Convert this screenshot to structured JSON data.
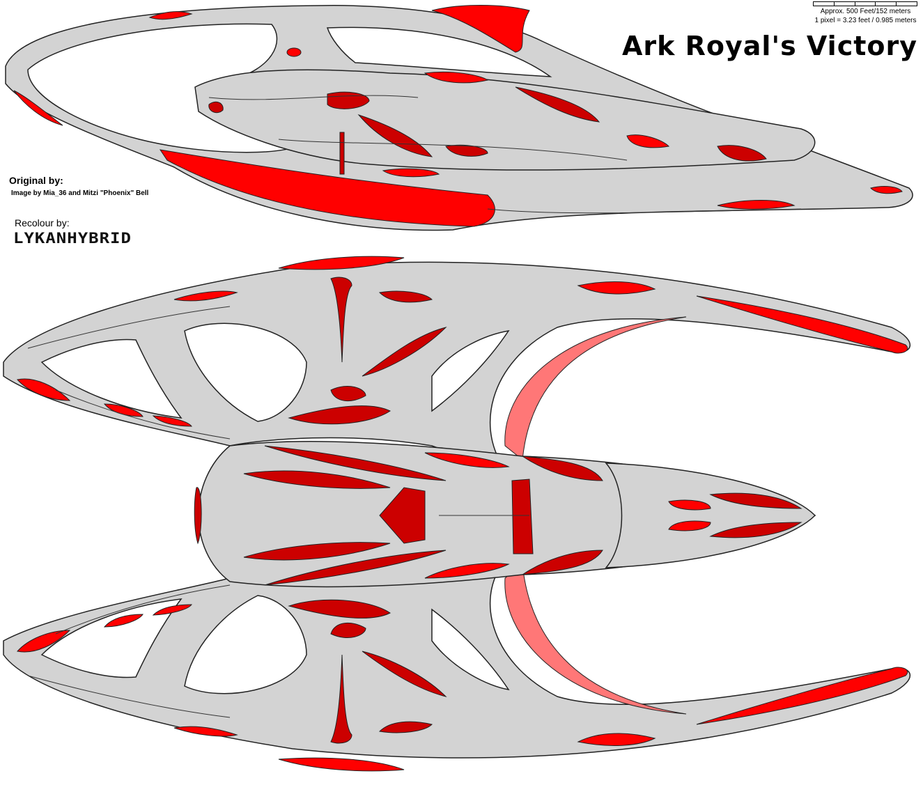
{
  "title": "Ark Royal's Victory",
  "scale": {
    "line1": "Approx. 500 Feet/152 meters",
    "line2": "1 pixel = 3.23 feet / 0.985 meters"
  },
  "credits": {
    "original_label": "Original by:",
    "original_text": "Image by Mia_36 and Mitzi \"Phoenix\" Bell",
    "recolour_label": "Recolour by:",
    "recolour_logo": "LYKANHYBRID"
  },
  "colors": {
    "hull": "#d3d3d3",
    "accent_red": "#ff0000",
    "dark_red": "#cc0000",
    "pink": "#ff7777"
  }
}
